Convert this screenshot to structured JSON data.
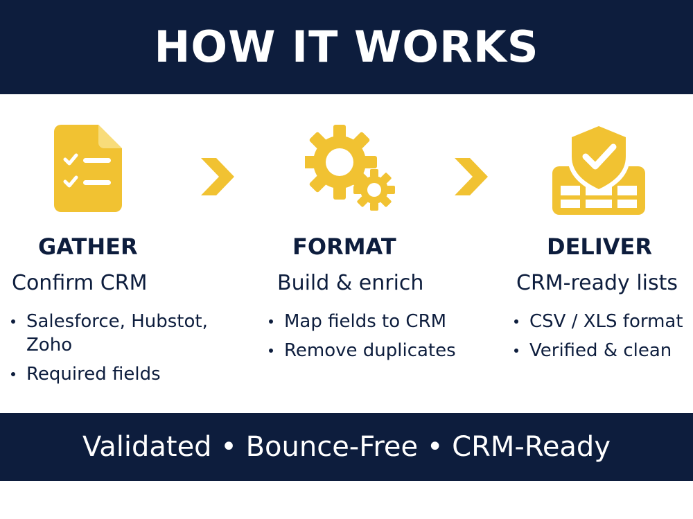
{
  "header": {
    "title": "HOW IT WORKS"
  },
  "steps": [
    {
      "icon": "checklist-document-icon",
      "title": "GATHER",
      "subtitle": "Confirm CRM",
      "bullets": [
        "Salesforce, Hubstot, Zoho",
        "Required fields"
      ]
    },
    {
      "icon": "gears-icon",
      "title": "FORMAT",
      "subtitle": "Build & enrich",
      "bullets": [
        "Map fields to CRM",
        "Remove duplicates"
      ]
    },
    {
      "icon": "shield-check-table-icon",
      "title": "DELIVER",
      "subtitle": "CRM-ready lists",
      "bullets": [
        "CSV / XLS format",
        "Verified & clean"
      ]
    }
  ],
  "connectors": [
    "chevron-right-icon",
    "chevron-right-icon"
  ],
  "footer": {
    "tagline": "Validated • Bounce-Free • CRM-Ready"
  },
  "colors": {
    "navy": "#0d1d3d",
    "gold": "#f1c232",
    "white": "#ffffff"
  }
}
